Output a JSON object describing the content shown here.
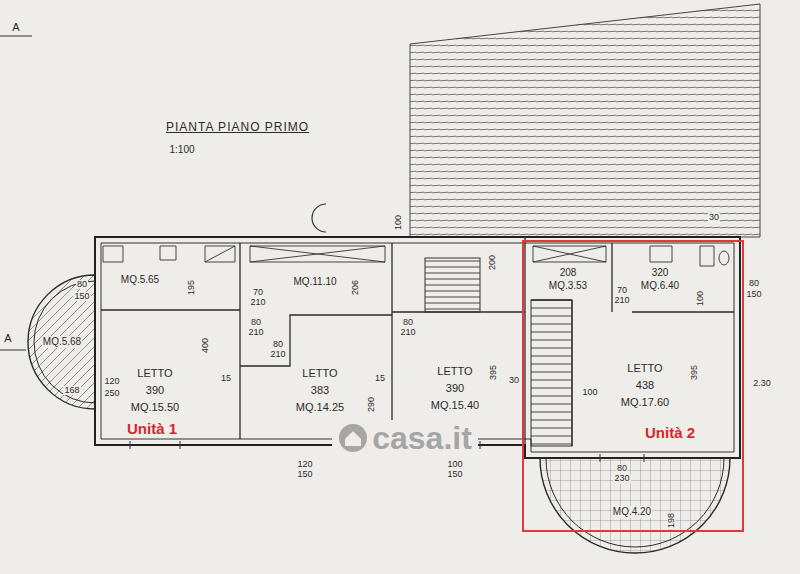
{
  "diagram": {
    "title": "PIANTA PIANO PRIMO",
    "nodes": [
      {
        "text": [
          "MQ.5.65"
        ]
      },
      {
        "text": [
          "MQ.11.10"
        ]
      },
      {
        "text": [
          "MQ.5.68"
        ]
      },
      {
        "text": [
          "LETTO",
          "390",
          "MQ.15.50"
        ]
      },
      {
        "text": [
          "LETTO",
          "383",
          "MQ.14.25"
        ]
      },
      {
        "text": [
          "LETTO",
          "390",
          "MQ.15.40"
        ]
      },
      {
        "text": [
          "Unità 2"
        ]
      },
      {
        "text": [
          "208",
          "MQ.3.53"
        ],
        "in": 6
      },
      {
        "text": [
          "320",
          "MQ.6.40"
        ],
        "in": 6
      },
      {
        "text": [
          "LETTO",
          "438",
          "MQ.17.60"
        ],
        "in": 6
      },
      {
        "text": [
          "MQ.4.20"
        ],
        "in": 6
      }
    ],
    "labels": [
      "1:100",
      "A",
      "A",
      "80",
      "150",
      "195",
      "70",
      "210",
      "206",
      "100",
      "200",
      "30",
      "80",
      "150",
      "70",
      "210",
      "100",
      "400",
      "80",
      "210",
      "80",
      "210",
      "80",
      "210",
      "120",
      "250",
      "168",
      "15",
      "15",
      "290",
      "395",
      "30",
      "100",
      "395",
      "2.30",
      "Unità 1",
      "casa.it",
      "120",
      "150",
      "100",
      "150",
      "80",
      "230",
      "198"
    ]
  }
}
